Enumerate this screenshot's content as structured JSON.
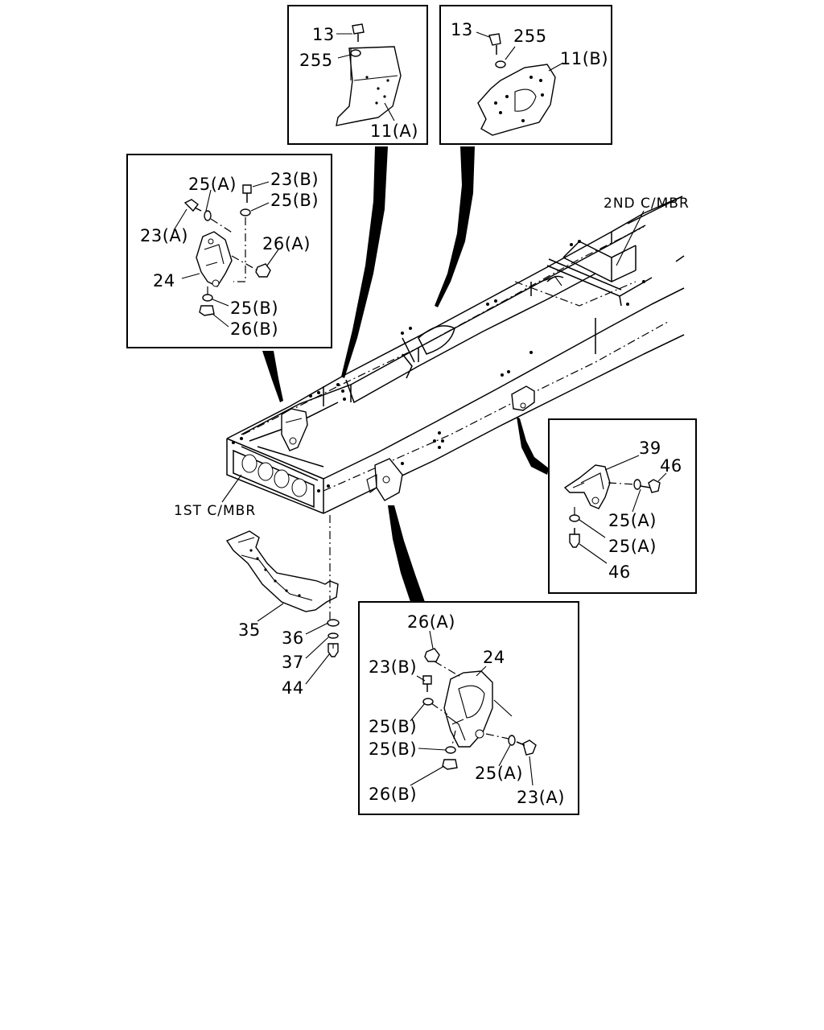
{
  "labels": {
    "top_a": {
      "bolt": "13",
      "washer": "255",
      "bracket": "11(A)"
    },
    "top_b": {
      "bolt": "13",
      "washer": "255",
      "bracket": "11(B)"
    },
    "left": {
      "washer_a": "25(A)",
      "bolt_b": "23(B)",
      "washer_b_top": "25(B)",
      "bolt_a": "23(A)",
      "nut_a": "26(A)",
      "bracket": "24",
      "washer_b_bot": "25(B)",
      "nut_b": "26(B)"
    },
    "frame": {
      "second_member": "2ND C/MBR",
      "first_member": "1ST C/MBR"
    },
    "right": {
      "bracket": "39",
      "bolt_top": "46",
      "washer_top": "25(A)",
      "washer_bot": "25(A)",
      "bolt_bot": "46"
    },
    "under": {
      "crossmember": "35",
      "washer": "36",
      "lockwasher": "37",
      "bolt": "44"
    },
    "bottom": {
      "nut_a": "26(A)",
      "bracket": "24",
      "bolt_b": "23(B)",
      "washer_b_top": "25(B)",
      "washer_b_bot": "25(B)",
      "washer_a": "25(A)",
      "nut_b": "26(B)",
      "bolt_a": "23(A)"
    }
  }
}
